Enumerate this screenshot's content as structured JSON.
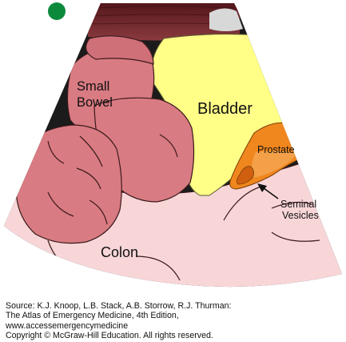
{
  "diagram": {
    "labels": {
      "small_bowel_line1": "Small",
      "small_bowel_line2": "Bowel",
      "bladder": "Bladder",
      "prostate": "Prostate",
      "seminal_line1": "Seminal",
      "seminal_line2": "Vesicles",
      "colon": "Colon"
    },
    "colors": {
      "bladder": "#ffff88",
      "prostate": "#f0861e",
      "bowel": "#d97b82",
      "colon": "#f8d6d8",
      "muscle": "#6a2328",
      "background": "#1b1b1b",
      "indicator": "#0c8a3c"
    }
  },
  "source": {
    "line1": "Source: K.J. Knoop, L.B. Stack, A.B. Storrow, R.J. Thurman:",
    "line2": "The Atlas of Emergency Medicine, 4th Edition,",
    "line3": "www.accessemergencymedicine",
    "line4": "Copyright © McGraw-Hill Education. All rights reserved."
  }
}
